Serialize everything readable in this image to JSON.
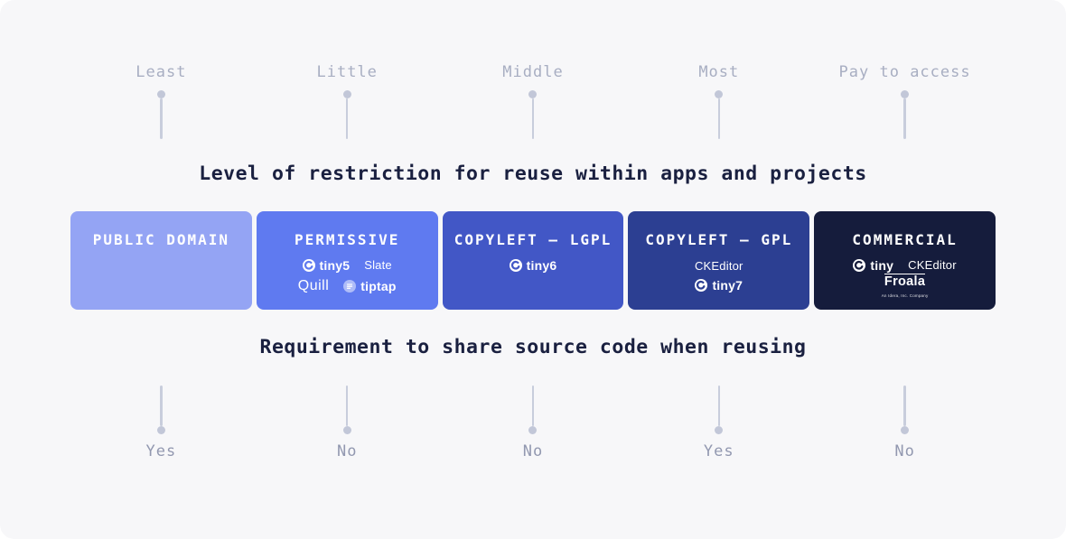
{
  "panel": {
    "bg": "#F7F7F9",
    "page_bg": "#FFFFFF"
  },
  "top_axis": {
    "title": "Level of restriction for reuse within apps and projects",
    "labels": [
      "Least",
      "Little",
      "Middle",
      "Most",
      "Pay to access"
    ]
  },
  "cards": [
    {
      "title": "PUBLIC DOMAIN",
      "bg": "#94A4F4"
    },
    {
      "title": "PERMISSIVE",
      "bg": "#5F7AF0",
      "logos": {
        "tiny": "tiny5",
        "slate": "Slate",
        "quill": "Quill",
        "tiptap": "tiptap"
      }
    },
    {
      "title": "COPYLEFT — LGPL",
      "bg": "#4257C6",
      "logos": {
        "tiny": "tiny6"
      }
    },
    {
      "title": "COPYLEFT — GPL",
      "bg": "#2C3F92",
      "logos": {
        "ckeditor": "CKEditor",
        "tiny": "tiny7"
      }
    },
    {
      "title": "COMMERCIAL",
      "bg": "#151C3C",
      "logos": {
        "tiny": "tiny",
        "ckeditor": "CKEditor",
        "froala": "Froala",
        "froala_sub": "An Idera, Inc. Company"
      }
    }
  ],
  "bottom_axis": {
    "title": "Requirement to share source code when reusing",
    "labels": [
      "Yes",
      "No",
      "No",
      "Yes",
      "No"
    ]
  },
  "colors": {
    "pin": "#C5CADB",
    "top_label": "#A8AEC2",
    "bottom_label": "#9298B0",
    "section_title": "#1A2040"
  }
}
